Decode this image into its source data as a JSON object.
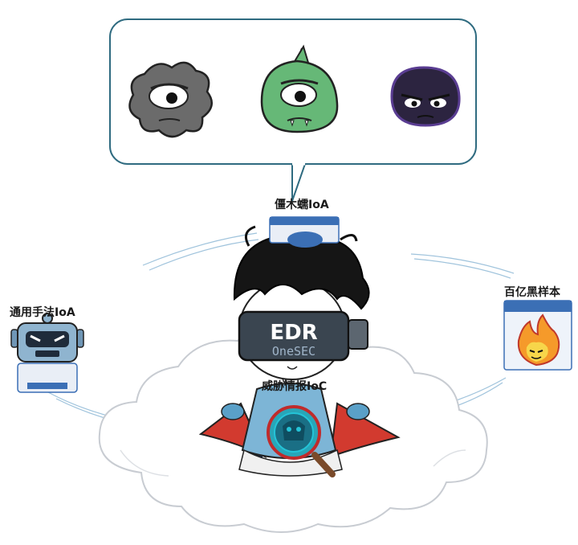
{
  "labels": {
    "zombie_ioa": "僵木蠕IoA",
    "general_technique_ioa": "通用手法IoA",
    "billion_black_samples": "百亿黑样本",
    "threat_intel_ioc": "威胁情报IoC"
  },
  "goggles": {
    "brand": "EDR",
    "product": "OneSEC"
  },
  "icons": {
    "malware_gray": "gray-gear-monster-icon",
    "malware_green": "green-horned-monster-icon",
    "malware_dark": "dark-purple-monster-icon",
    "robot": "robot-icon",
    "fire": "fire-icon",
    "magnifier": "magnifier-skull-icon"
  },
  "colors": {
    "bubble_outline": "#2f6b80",
    "panel_blue": "#3b6fb5",
    "cape_red": "#d23a2f",
    "cloud_outline": "#c8ccd2",
    "goggles_dark": "#3a4550",
    "goggles_text": "#ffffff",
    "goggles_subtext": "#9fb4c8",
    "robot_blue": "#6f96b6",
    "monster_green": "#66b877",
    "monster_gray": "#6b6b6b",
    "monster_dark": "#2c2440"
  }
}
